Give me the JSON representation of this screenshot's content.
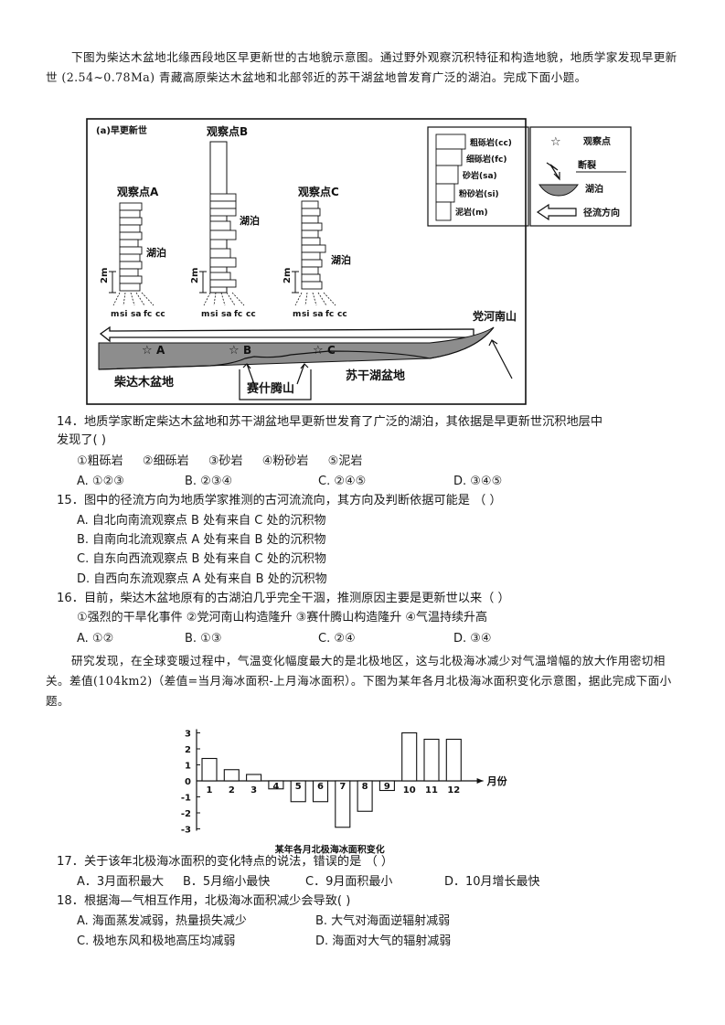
{
  "intro1": "下图为柴达木盆地北缘西段地区早更新世的古地貌示意图。通过野外观察沉积特征和构造地貌，地质学家发现早更新世 (2.54~0.78Ma) 青藏高原柴达木盆地和北部邻近的苏干湖盆地曾发育广泛的湖泊。完成下面小题。",
  "figure1": {
    "panel_label": "(a)早更新世",
    "obs_b": "观察点B",
    "obs_a": "观察点A",
    "obs_c": "观察点C",
    "lake_b": "湖泊",
    "lake_a": "湖泊",
    "lake_c": "湖泊",
    "scale": "2m",
    "axis_labels": [
      "m",
      "si",
      "sa",
      "fc",
      "cc"
    ],
    "site_a": "A",
    "site_b": "B",
    "site_c": "C",
    "mountain_dang": "党河南山",
    "mountain_sai": "赛什腾山",
    "basin_chaidamu": "柴达木盆地",
    "basin_sugan": "苏干湖盆地",
    "legend_rocks": [
      "粗砾岩(cc)",
      "细砾岩(fc)",
      "砂岩(sa)",
      "粉砂岩(si)",
      "泥岩(m)"
    ],
    "legend_symbols": [
      "观察点",
      "断裂",
      "湖泊",
      "径流方向"
    ]
  },
  "q14": {
    "stem_line1": "14．地质学家断定柴达木盆地和苏干湖盆地早更新世发育了广泛的湖泊，其依据是早更新世沉积地层中",
    "stem_line2": "发现了( )",
    "items": "①粗砾岩 　 ②细砾岩 　 ③砂岩 　 ④粉砂岩 　 ⑤泥岩",
    "options": [
      "A. ①②③",
      "B. ②③④",
      "C. ②④⑤",
      "D. ③④⑤"
    ]
  },
  "q15": {
    "stem": "15．图中的径流方向为地质学家推测的古河流流向，其方向及判断依据可能是 （ ）",
    "options": [
      "A. 自北向南流观察点 B 处有来自 C 处的沉积物",
      "B. 自南向北流观察点 A 处有来自 B 处的沉积物",
      "C. 自东向西流观察点 B 处有来自 C 处的沉积物",
      "D. 自西向东流观察点 A 处有来自 B 处的沉积物"
    ]
  },
  "q16": {
    "stem": "16．目前，柴达木盆地原有的古湖泊几乎完全干涸，推测原因主要是更新世以来（ ）",
    "items": "①强烈的干旱化事件 ②党河南山构造隆升 ③赛什腾山构造隆升 ④气温持续升高",
    "options": [
      "A. ①②",
      "B. ①③",
      "C. ②④",
      "D. ③④"
    ]
  },
  "intro2": "研究发现，在全球变暖过程中，气温变化幅度最大的是北极地区，这与北极海冰减少对气温增幅的放大作用密切相关。差值(104km2)（差值=当月海冰面积-上月海冰面积）。下图为某年各月北极海冰面积变化示意图，据此完成下面小题。",
  "chart_data": {
    "type": "bar",
    "title": "某年各月北极海冰面积变化",
    "xlabel": "月份",
    "ylabel": "",
    "categories": [
      "1",
      "2",
      "3",
      "4",
      "5",
      "6",
      "7",
      "8",
      "9",
      "10",
      "11",
      "12"
    ],
    "values": [
      1.4,
      0.7,
      0.4,
      -0.5,
      -1.3,
      -1.3,
      -2.9,
      -1.9,
      -0.6,
      3.0,
      2.6,
      2.6
    ],
    "ylim": [
      -3,
      3
    ],
    "yticks": [
      "3",
      "2",
      "1",
      "0",
      "-1",
      "-2",
      "-3"
    ],
    "grid": false
  },
  "q17": {
    "stem": "17．关于该年北极海冰面积的变化特点的说法，错误的是 （ ）",
    "options": [
      "A．3月面积最大",
      "B．5月缩小最快",
      "C．9月面积最小",
      "D．10月增长最快"
    ]
  },
  "q18": {
    "stem": "18．根据海—气相互作用，北极海冰面积减少会导致( )",
    "options": [
      "A. 海面蒸发减弱，热量损失减少",
      "B. 大气对海面逆辐射减弱",
      "C. 极地东风和极地高压均减弱",
      "D. 海面对大气的辐射减弱"
    ]
  }
}
